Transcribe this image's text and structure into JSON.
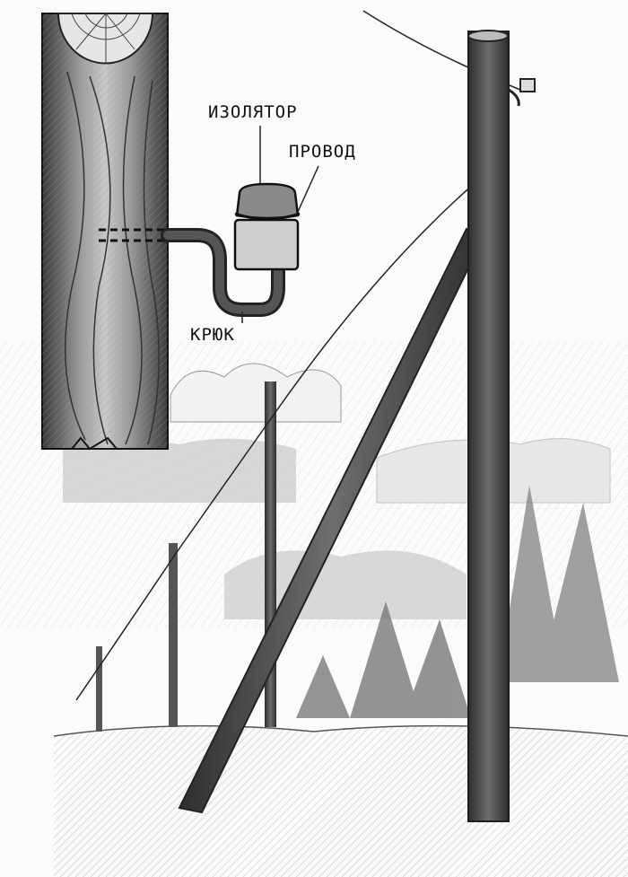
{
  "illustration": {
    "subject": "telegraph-pole-with-insulator-diagram",
    "labels": {
      "insulator": "ИЗОЛЯТОР",
      "wire": "ПРОВОД",
      "hook": "КРЮК"
    },
    "palette": {
      "paper": "#fbfbfa",
      "graphite_dark": "#2a2a2a",
      "graphite_mid": "#6b6b6b",
      "graphite_light": "#b8b8b8"
    }
  }
}
